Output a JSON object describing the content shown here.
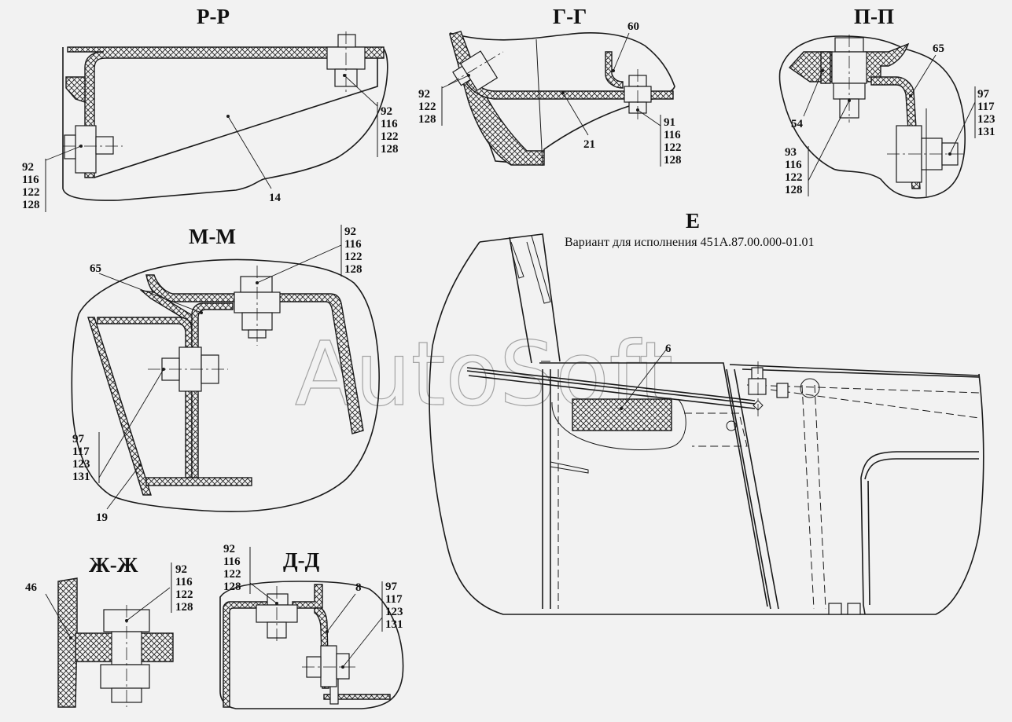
{
  "watermark": "AutoSoft",
  "sections": {
    "pp_r": "Р-Р",
    "gg": "Г-Г",
    "pp": "П-П",
    "mm": "М-М",
    "zhzh": "Ж-Ж",
    "dd": "Д-Д"
  },
  "view_e": {
    "title": "Е",
    "caption": "Вариант для исполнения 451А.87.00.000-01.01"
  },
  "positions": {
    "r14": "14",
    "g60": "60",
    "g21": "21",
    "p65": "65",
    "p54": "54",
    "m65": "65",
    "m19": "19",
    "e6": "6",
    "zh46": "46",
    "d8": "8"
  },
  "callout_lists": {
    "rr_left": [
      "92",
      "116",
      "122",
      "128"
    ],
    "rr_right": [
      "92",
      "116",
      "122",
      "128"
    ],
    "gg_left": [
      "92",
      "122",
      "128"
    ],
    "gg_right": [
      "91",
      "116",
      "122",
      "128"
    ],
    "pp_left": [
      "93",
      "116",
      "122",
      "128"
    ],
    "pp_right": [
      "97",
      "117",
      "123",
      "131"
    ],
    "mm_top": [
      "92",
      "116",
      "122",
      "128"
    ],
    "mm_left": [
      "97",
      "117",
      "123",
      "131"
    ],
    "zhzh": [
      "92",
      "116",
      "122",
      "128"
    ],
    "dd_left": [
      "92",
      "116",
      "122",
      "128"
    ],
    "dd_right": [
      "97",
      "117",
      "123",
      "131"
    ]
  }
}
